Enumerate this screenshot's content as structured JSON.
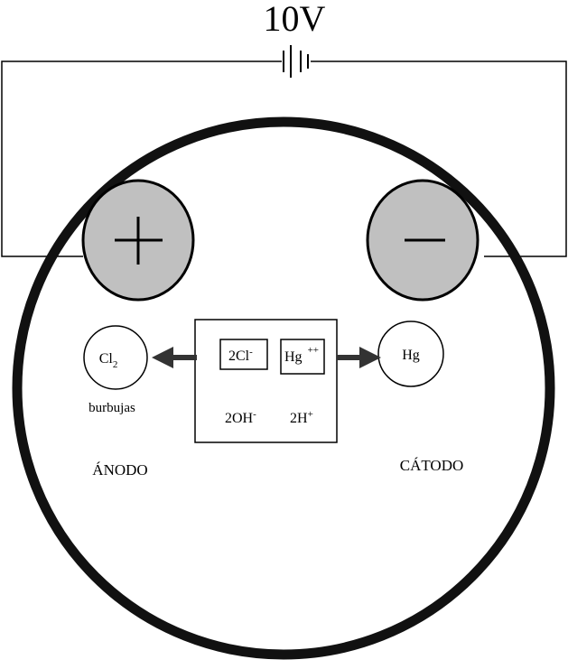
{
  "battery": {
    "voltage_label": "10V"
  },
  "anode": {
    "symbol": "+",
    "product": "Cl",
    "product_subscript": "2",
    "product_note": "burbujas",
    "label": "ÁNODO"
  },
  "cathode": {
    "symbol": "−",
    "product": "Hg",
    "label": "CÁTODO"
  },
  "solution": {
    "anion_box": {
      "text": "2Cl",
      "sup": "-"
    },
    "cation_box": {
      "text": "Hg",
      "sup": "++"
    },
    "hydroxide": {
      "text": "2OH",
      "sup": "-"
    },
    "proton": {
      "text": "2H",
      "sup": "+"
    }
  },
  "colors": {
    "electrode_fill": "#c0c0c0",
    "outline": "#000000",
    "arrow": "#333333"
  }
}
